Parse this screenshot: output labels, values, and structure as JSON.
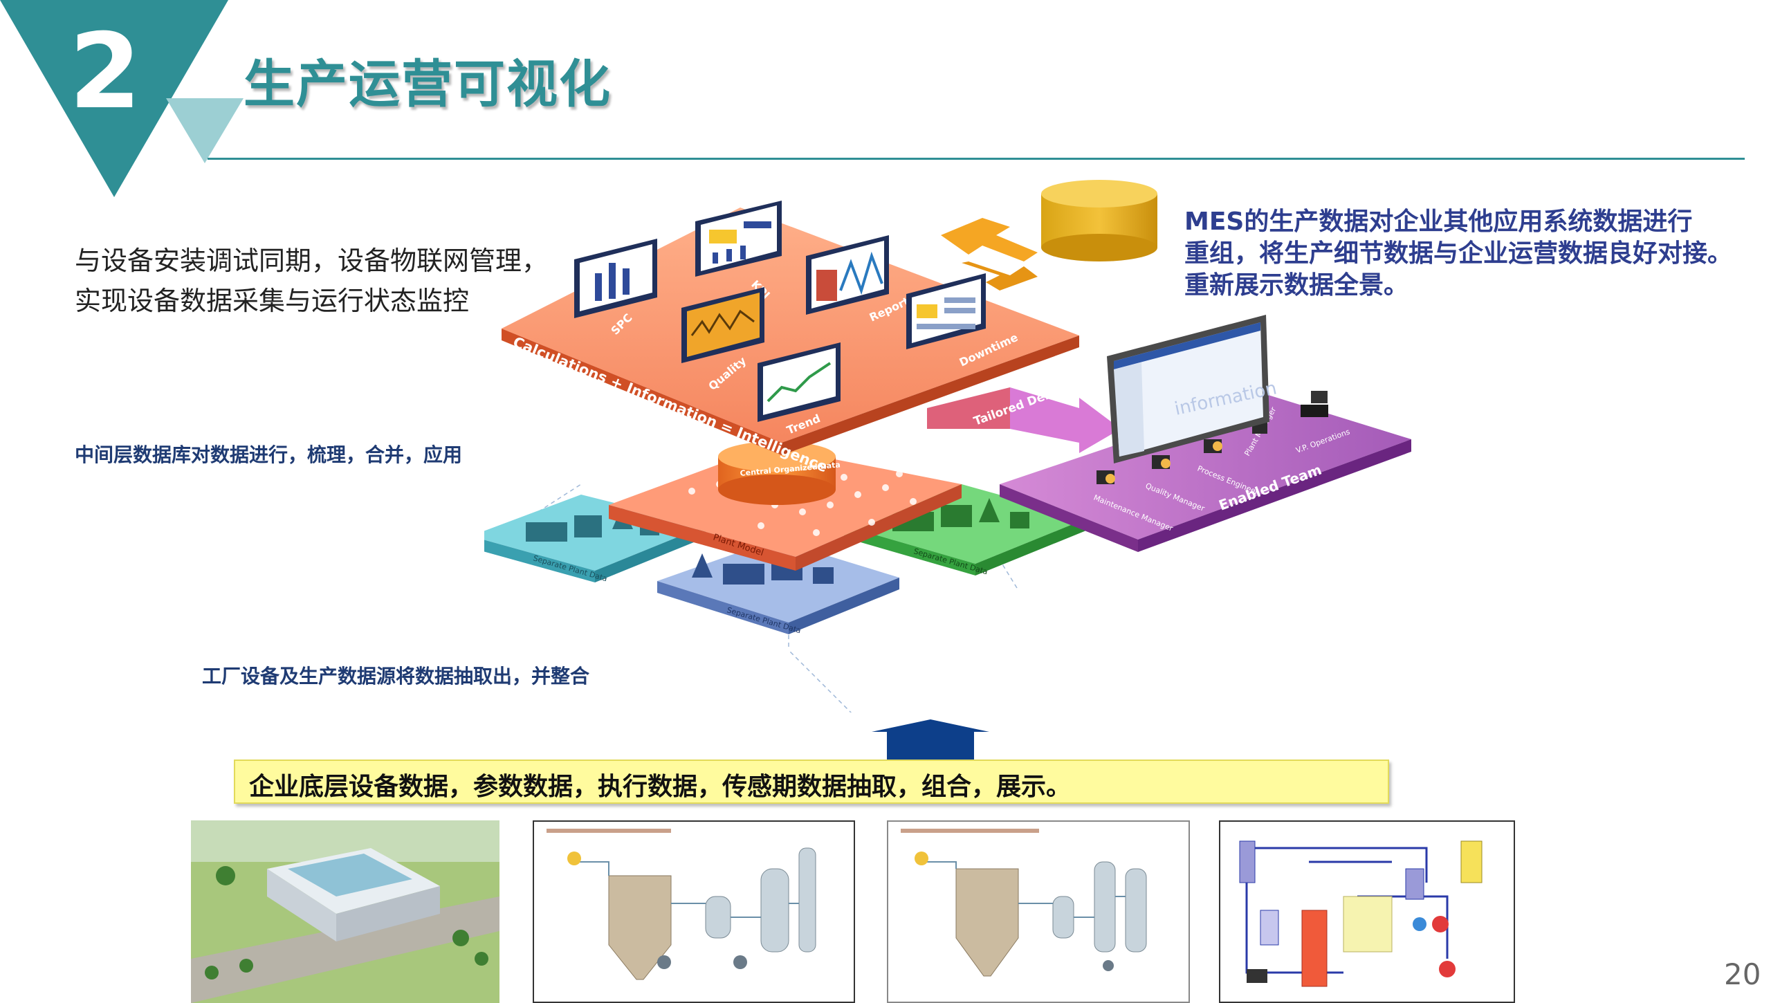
{
  "header": {
    "section_number": "2",
    "title": "生产运营可视化"
  },
  "left_description": {
    "line1": "与设备安装调试同期，设备物联网管理，",
    "line2": "实现设备数据采集与运行状态监控"
  },
  "right_description": {
    "line1": "MES的生产数据对企业其他应用系统数据进行",
    "line2": "重组，将生产细节数据与企业运营数据良好对接。",
    "line3": "重新展示数据全景。"
  },
  "labels": {
    "middle_layer": "中间层数据库对数据进行，梳理，合并，应用",
    "bottom_layer": "工厂设备及生产数据源将数据抽取出，并整合"
  },
  "diagram": {
    "top_layer_text": "Calculations + Information = Intelligence",
    "screens": [
      "SPC",
      "KPI",
      "Reports",
      "Quality",
      "Trend",
      "Downtime"
    ],
    "central_db": "Central Organized Data",
    "plant_model": "Plant Model",
    "plant_tile": "Separate Plant Data",
    "delivery": "Tailored Delivery",
    "team": "Enabled Team",
    "monitor_text": "information",
    "roles": [
      "Maintenance Manager",
      "Quality Manager",
      "Process Engineer",
      "Plant Manager",
      "V.P. Operations"
    ]
  },
  "banner": {
    "text": "企业底层设备数据，参数数据，执行数据，传感期数据抽取，组合，展示。"
  },
  "page_number": "20",
  "colors": {
    "teal": "#2f8f95",
    "navy": "#2e3e8f",
    "orange": "#f5865f",
    "purple": "#9a3fa8",
    "yellow": "#fffb9e"
  }
}
